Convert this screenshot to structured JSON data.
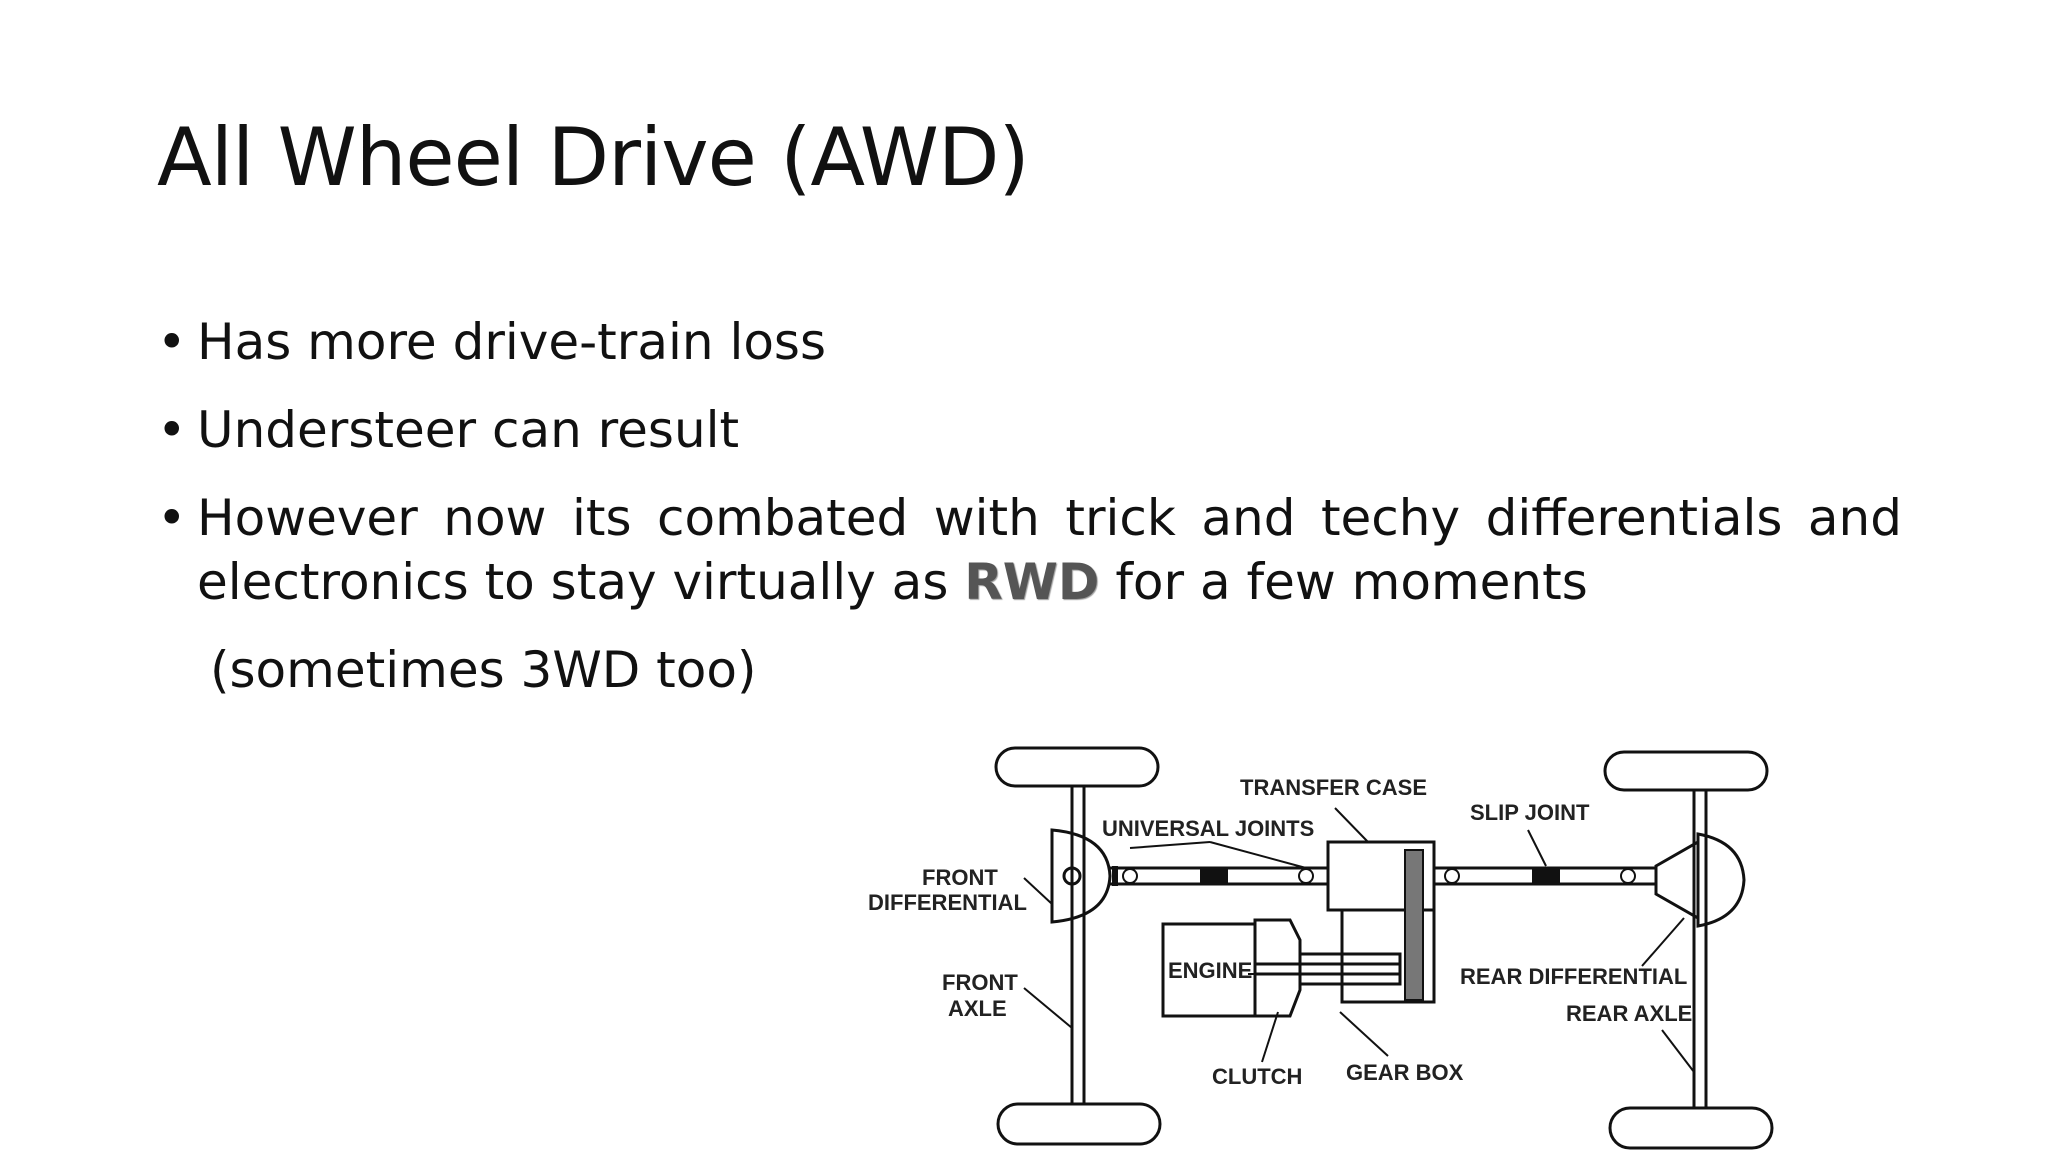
{
  "slide": {
    "title": "All Wheel Drive (AWD)",
    "bullet_glyph": "•",
    "bullets": [
      {
        "text": "Has more drive-train loss"
      },
      {
        "text": "Understeer can result"
      },
      {
        "text_before": "However now its combated with trick and techy differentials and electronics to stay virtually as ",
        "highlight": "RWD",
        "text_after": " for a few moments"
      }
    ],
    "note": "(sometimes 3WD too)"
  },
  "diagram": {
    "labels": {
      "transfer_case": "TRANSFER CASE",
      "universal_joints": "UNIVERSAL JOINTS",
      "slip_joint": "SLIP JOINT",
      "front": "FRONT",
      "differential": "DIFFERENTIAL",
      "engine": "ENGINE",
      "rear_differential": "REAR DIFFERENTIAL",
      "front_axle_1": "FRONT",
      "front_axle_2": "AXLE",
      "rear_axle": "REAR AXLE",
      "clutch": "CLUTCH",
      "gear_box": "GEAR BOX"
    }
  }
}
